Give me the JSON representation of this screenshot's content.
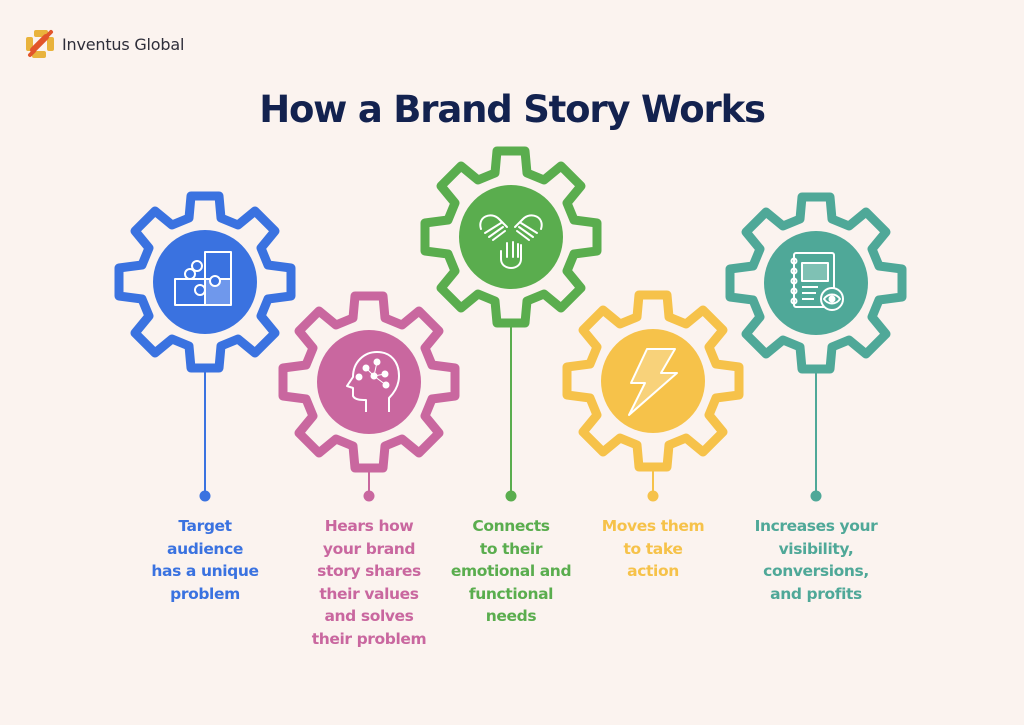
{
  "brand": {
    "name": "Inventus Global",
    "logo_colors": [
      "#e9b33c",
      "#e2552b"
    ]
  },
  "title": "How a Brand Story Works",
  "steps": [
    {
      "icon": "puzzle-icon",
      "color": "#3a72e0",
      "lines": [
        "Target",
        "audience",
        "has a unique",
        "problem"
      ]
    },
    {
      "icon": "brain-head-icon",
      "color": "#c9679f",
      "lines": [
        "Hears how",
        "your brand",
        "story shares",
        "their values",
        "and solves",
        "their problem"
      ]
    },
    {
      "icon": "hands-icon",
      "color": "#5aad4e",
      "lines": [
        "Connects",
        "to their",
        "emotional and",
        "functional",
        "needs"
      ]
    },
    {
      "icon": "lightning-icon",
      "color": "#f6c24a",
      "lines": [
        "Moves them",
        "to take",
        "action"
      ]
    },
    {
      "icon": "notebook-eye-icon",
      "color": "#4fa898",
      "lines": [
        "Increases your",
        "visibility,",
        "conversions,",
        "and profits"
      ]
    }
  ]
}
